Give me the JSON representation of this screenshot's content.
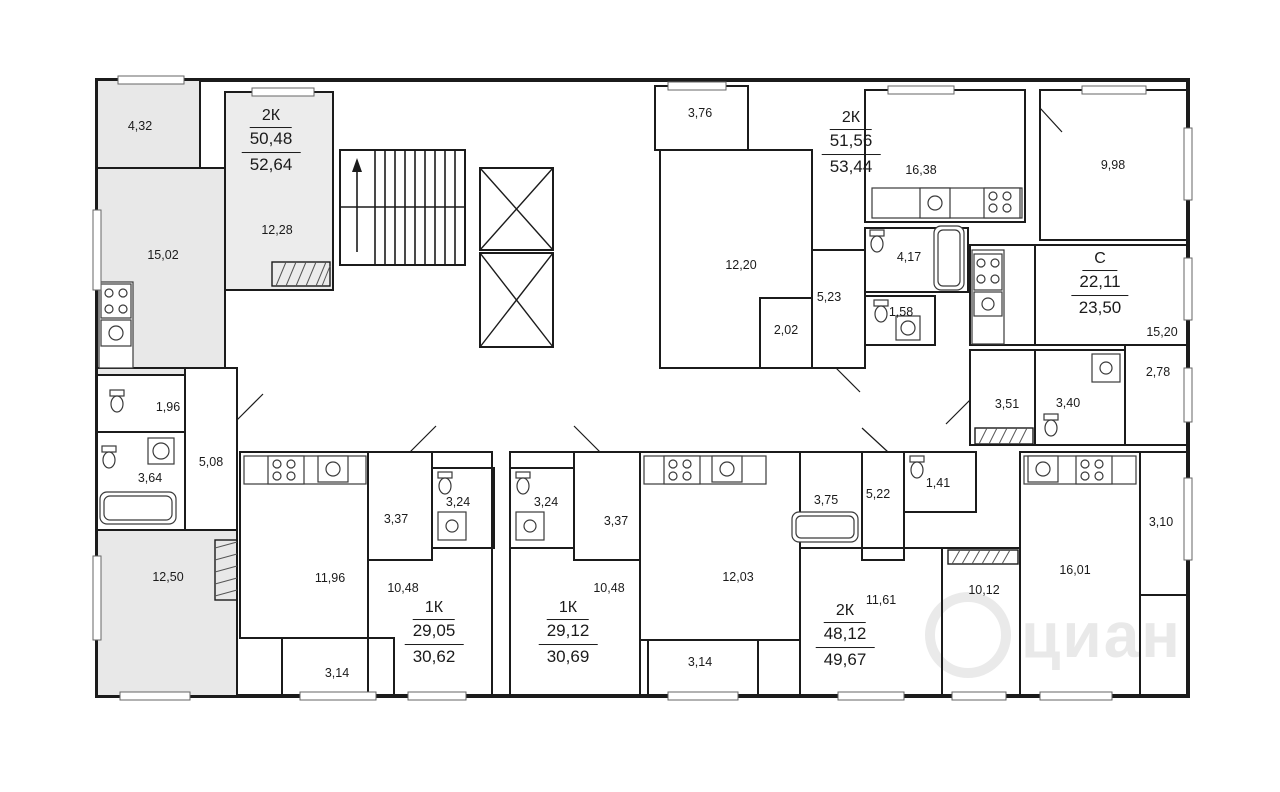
{
  "watermark": "циан",
  "apartments": {
    "a1": {
      "type": "2К",
      "area1": "50,48",
      "area2": "52,64"
    },
    "a2": {
      "type": "2К",
      "area1": "51,56",
      "area2": "53,44"
    },
    "a3": {
      "type": "С",
      "area1": "22,11",
      "area2": "23,50"
    },
    "a4": {
      "type": "1К",
      "area1": "29,05",
      "area2": "30,62"
    },
    "a5": {
      "type": "1К",
      "area1": "29,12",
      "area2": "30,69"
    },
    "a6": {
      "type": "2К",
      "area1": "48,12",
      "area2": "49,67"
    }
  },
  "rooms": {
    "a1_balcony": "4,32",
    "a1_kitchen": "15,02",
    "a1_room1": "12,28",
    "a1_wc": "1,96",
    "a1_hall": "5,08",
    "a1_bath": "3,64",
    "a1_room2": "12,50",
    "a2_balcony": "3,76",
    "a2_room1": "12,20",
    "a2_hall": "5,23",
    "a2_ward": "2,02",
    "a2_kitchen": "16,38",
    "a2_bath": "4,17",
    "a2_wc": "1,58",
    "a2_room2": "9,98",
    "a3_living": "15,20",
    "a3_hall": "3,51",
    "a3_bath": "3,40",
    "a3_balcony": "2,78",
    "a4_kitchen": "11,96",
    "a4_room": "10,48",
    "a4_hall": "3,37",
    "a4_bath": "3,24",
    "a4_balcony": "3,14",
    "a5_bath": "3,24",
    "a5_hall": "3,37",
    "a5_room": "10,48",
    "a5_room2": "12,03",
    "a5_balcony": "3,14",
    "a6_bath": "3,75",
    "a6_hall": "5,22",
    "a6_wc": "1,41",
    "a6_room1": "11,61",
    "a6_room2": "10,12",
    "a6_kitchen": "16,01",
    "a6_balcony": "3,10"
  }
}
